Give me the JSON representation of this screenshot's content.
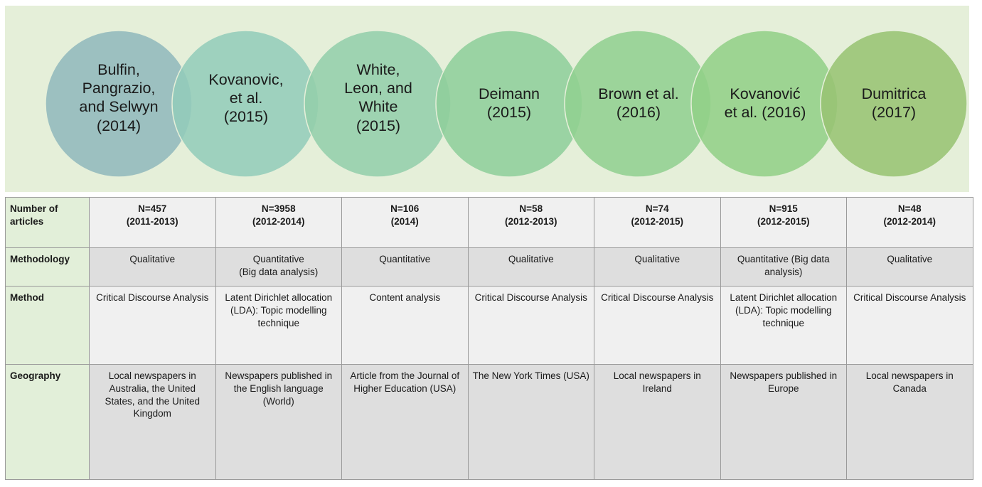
{
  "figure": {
    "background_color": "#e5efd9",
    "studies": [
      {
        "label": "Bulfin,\nPangrazio,\nand Selwyn\n(2014)",
        "color": "#a3c6de"
      },
      {
        "label": "Kovanovic,\net al.\n(2015)",
        "color": "#a5dbdc"
      },
      {
        "label": "White,\nLeon, and\nWhite\n(2015)",
        "color": "#a5ddc9"
      },
      {
        "label": "Deimann\n(2015)",
        "color": "#a1ddb7"
      },
      {
        "label": "Brown et al.\n(2016)",
        "color": "#a3dfab"
      },
      {
        "label": "Kovanović\net al. (2016)",
        "color": "#a4dfa0"
      },
      {
        "label": "Dumitrica\n(2017)",
        "color": "#aad189"
      }
    ]
  },
  "table": {
    "row_headers": [
      "Number of articles",
      "Methodology",
      "Method",
      "Geography"
    ],
    "rows": [
      {
        "header": "Number of articles",
        "cells": [
          "N=457\n(2011-2013)",
          "N=3958\n(2012-2014)",
          "N=106\n(2014)",
          "N=58\n(2012-2013)",
          "N=74\n(2012-2015)",
          "N=915\n(2012-2015)",
          "N=48\n(2012-2014)"
        ]
      },
      {
        "header": "Methodology",
        "cells": [
          "Qualitative",
          "Quantitative\n(Big data analysis)",
          "Quantitative",
          "Qualitative",
          "Qualitative",
          "Quantitative (Big data analysis)",
          "Qualitative"
        ]
      },
      {
        "header": "Method",
        "cells": [
          "Critical Discourse Analysis",
          "Latent Dirichlet allocation (LDA): Topic modelling technique",
          "Content analysis",
          "Critical Discourse Analysis",
          "Critical Discourse Analysis",
          "Latent Dirichlet allocation (LDA): Topic modelling technique",
          "Critical Discourse Analysis"
        ]
      },
      {
        "header": "Geography",
        "cells": [
          "Local newspapers in Australia, the United States, and the United Kingdom",
          "Newspapers published in the English language (World)",
          "Article from the Journal of Higher Education (USA)",
          "The New York Times (USA)",
          "Local newspapers in Ireland",
          "Newspapers published in Europe",
          "Local newspapers in Canada"
        ]
      }
    ]
  },
  "colors": {
    "band_background": "#e5efd9",
    "header_cell": "#e2efd9",
    "row_light": "#f0f0f0",
    "row_dark": "#dedede",
    "border": "#9a9a9a"
  }
}
